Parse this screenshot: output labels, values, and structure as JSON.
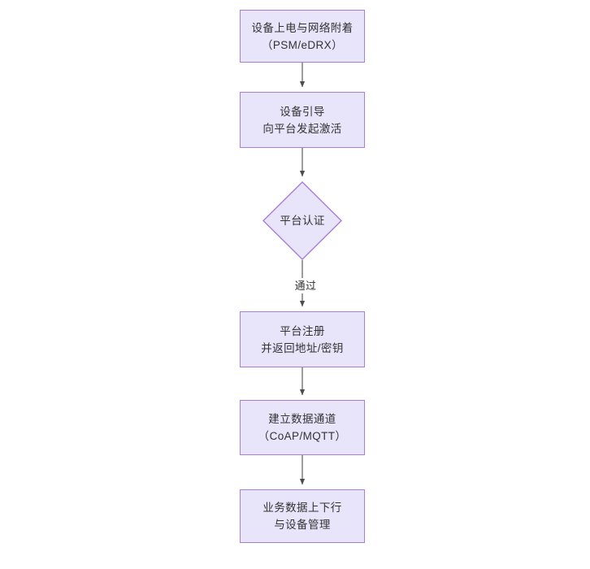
{
  "diagram": {
    "type": "flowchart",
    "orientation": "top-to-bottom",
    "title": "",
    "background_color": "#ffffff",
    "node_fill_color": "#e8e4fa",
    "node_border_color": "#a87ed6",
    "node_text_color": "#333333",
    "edge_color": "#555555",
    "nodes": [
      {
        "id": "n1",
        "shape": "rectangle",
        "label": "设备上电与网络附着\n（PSM/eDRX）",
        "line1": "设备上电与网络附着",
        "line2": "（PSM/eDRX）"
      },
      {
        "id": "n2",
        "shape": "rectangle",
        "label": "设备引导\n向平台发起激活",
        "line1": "设备引导",
        "line2": "向平台发起激活"
      },
      {
        "id": "n3",
        "shape": "diamond",
        "label": "平台认证",
        "line1": "平台认证",
        "line2": ""
      },
      {
        "id": "n4",
        "shape": "rectangle",
        "label": "平台注册\n并返回地址/密钥",
        "line1": "平台注册",
        "line2": "并返回地址/密钥"
      },
      {
        "id": "n5",
        "shape": "rectangle",
        "label": "建立数据通道\n（CoAP/MQTT）",
        "line1": "建立数据通道",
        "line2": "（CoAP/MQTT）"
      },
      {
        "id": "n6",
        "shape": "rectangle",
        "label": "业务数据上下行\n与设备管理",
        "line1": "业务数据上下行",
        "line2": "与设备管理"
      }
    ],
    "edges": [
      {
        "id": "e1",
        "from": "n1",
        "to": "n2",
        "label": ""
      },
      {
        "id": "e2",
        "from": "n2",
        "to": "n3",
        "label": ""
      },
      {
        "id": "e3",
        "from": "n3",
        "to": "n4",
        "label": "通过"
      },
      {
        "id": "e4",
        "from": "n4",
        "to": "n5",
        "label": ""
      },
      {
        "id": "e5",
        "from": "n5",
        "to": "n6",
        "label": ""
      }
    ]
  }
}
